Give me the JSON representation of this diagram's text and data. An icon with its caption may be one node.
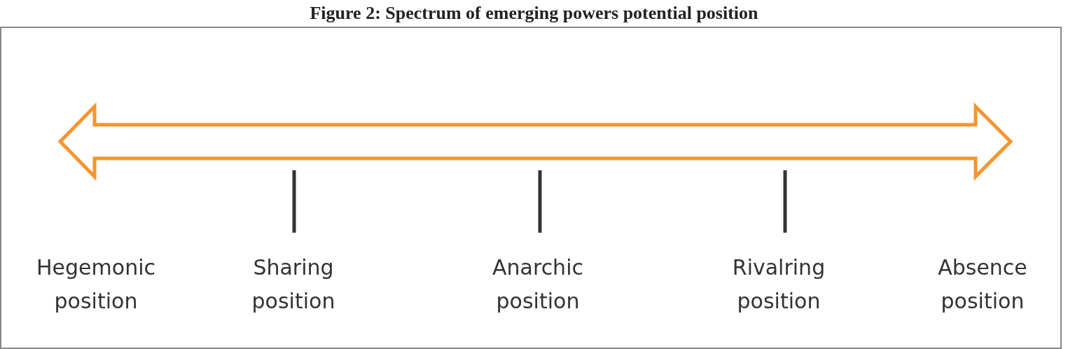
{
  "diagram": {
    "title": "Figure 2: Spectrum of emerging powers potential position",
    "labels": [
      "Hegemonic position",
      "Sharing position",
      "Anarchic position",
      "Rivalring position",
      "Absence position"
    ]
  }
}
